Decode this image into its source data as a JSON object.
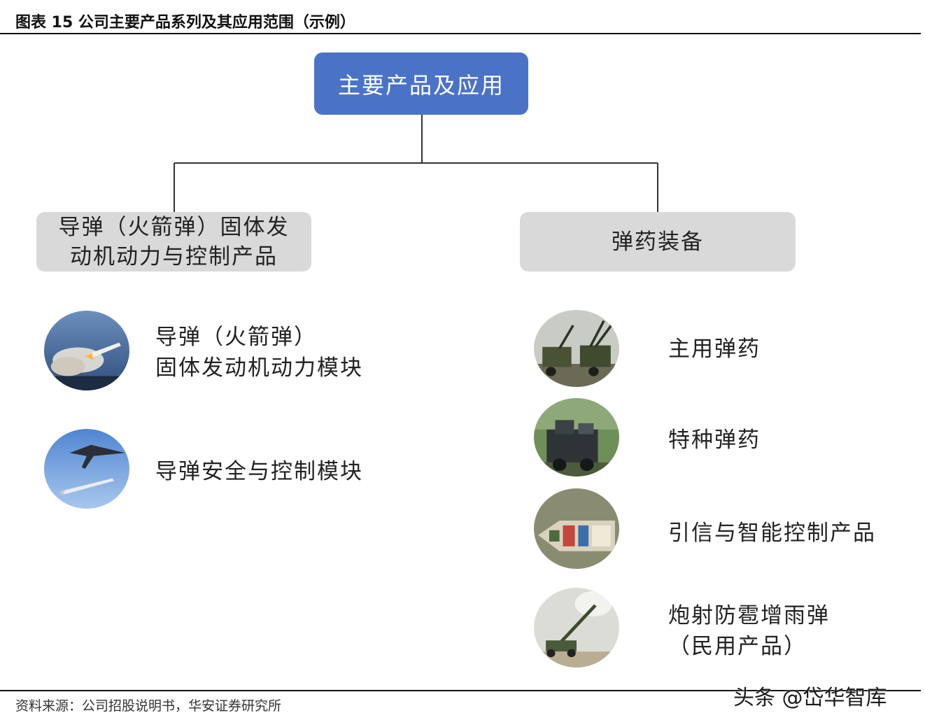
{
  "figure": {
    "title": "图表 15 公司主要产品系列及其应用范围（示例）"
  },
  "diagram": {
    "root": "主要产品及应用",
    "categories": [
      {
        "label": "导弹（火箭弹）固体发\n动机动力与控制产品",
        "items": [
          {
            "label": "导弹（火箭弹）\n固体发动机动力模块",
            "icon": "rocket-launch-photo"
          },
          {
            "label": "导弹安全与控制模块",
            "icon": "missile-aircraft-photo"
          }
        ]
      },
      {
        "label": "弹药装备",
        "items": [
          {
            "label": "主用弹药",
            "icon": "anti-aircraft-vehicle-photo"
          },
          {
            "label": "特种弹药",
            "icon": "armored-vehicle-photo"
          },
          {
            "label": "引信与智能控制产品",
            "icon": "fuze-cutaway-photo"
          },
          {
            "label": "炮射防雹增雨弹\n（民用产品）",
            "icon": "artillery-firing-photo"
          }
        ]
      }
    ]
  },
  "footer": {
    "source": "资料来源：公司招股说明书，华安证券研究所",
    "watermark": "头条 @岱华智库"
  },
  "colors": {
    "root_box": "#4a73c8",
    "category_box": "#d9d9d9",
    "connector": "#333333"
  }
}
